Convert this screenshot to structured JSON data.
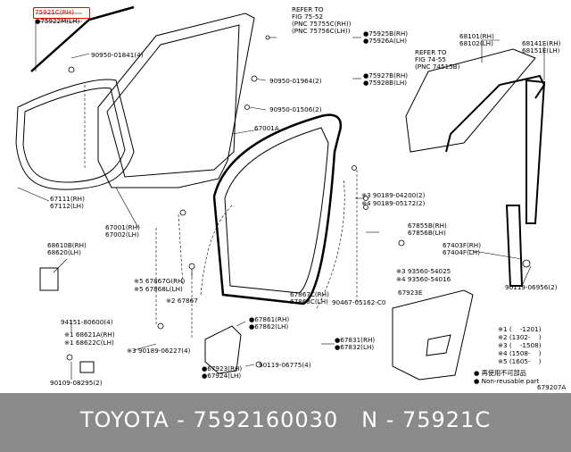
{
  "colors": {
    "highlight": "#e60000",
    "bar": "#8a8a8a",
    "line": "#000000"
  },
  "labels": {
    "l75921C": "75921C(RH)",
    "l75922M": "75922M(LH)",
    "l90950_01841": "90950-01841(4)",
    "refer1_a": "REFER TO",
    "refer1_b": "FIG 75-52",
    "refer1_c": "(PNC 75755C(RH))",
    "refer1_d": "(PNC 75756C(LH))",
    "l75925B": "75925B(RH)",
    "l75926A": "75926A(LH)",
    "l68101": "68101(RH)",
    "l68102": "68102(LH)",
    "l68141E": "68141E(RH)",
    "l68151E": "68151E(LH)",
    "refer2_a": "REFER TO",
    "refer2_b": "FIG 74-55",
    "refer2_c": "(PNC 74515B)",
    "l75927B": "75927B(RH)",
    "l75928B": "75928B(LH)",
    "l90950_01964": "90950-01964(2)",
    "l90950_01506": "90950-01506(2)",
    "l67001A": "67001A",
    "l67111": "67111(RH)",
    "l67112": "67112(LH)",
    "l90189_04200": "90189-04200(2)",
    "l90189_05172": "90189-05172(2)",
    "m3": "※3",
    "m4": "※4",
    "m5": "※5",
    "m2": "※2",
    "m1": "※1",
    "l67001": "67001(RH)",
    "l67002": "67002(LH)",
    "l67855B": "67855B(RH)",
    "l67856B": "67856B(LH)",
    "l68610B": "68610B(RH)",
    "l68620": "68620(LH)",
    "l67403F": "67403F(RH)",
    "l67404F": "67404F(LH)",
    "l93560_54025": "93560-54025",
    "l93560_54016": "93560-54016",
    "l90119_06956": "90119-06956(2)",
    "l67867G": "67867G(RH)",
    "l67868L": "67868L(LH)",
    "l67867": "67867",
    "l67923E": "67923E",
    "l67867C": "67867C(RH)",
    "l67868C": "67868C(LH)",
    "l90467": "90467-05162-C0",
    "l94151": "94151-80600(4)",
    "l67861": "67861(RH)",
    "l67862": "67862(LH)",
    "l68621A": "68621A(RH)",
    "l68622C": "68622C(LH)",
    "l90189_06227": "90189-06227(4)",
    "l67831": "67831(RH)",
    "l67832": "67832(LH)",
    "l90119_06775": "90119-06775(4)",
    "l67923": "67923(RH)",
    "l67924": "67924(LH)",
    "l90109_08295": "90109-08295(2)",
    "legend1": "※1 (    -1201)",
    "legend2": "※2 (1302-    )",
    "legend3": "※3 (    -1508)",
    "legend4": "※4 (1508-    )",
    "legend5": "※5 (1605-    )",
    "legend_reuse": "再使用不可部品",
    "legend_nonreuse": "Non-reusable part",
    "fig_code": "679207A"
  },
  "bottom": {
    "brand": "TOYOTA",
    "sep1": " - ",
    "partno": "7592160030",
    "sep2": "   N - ",
    "code": "75921C"
  }
}
